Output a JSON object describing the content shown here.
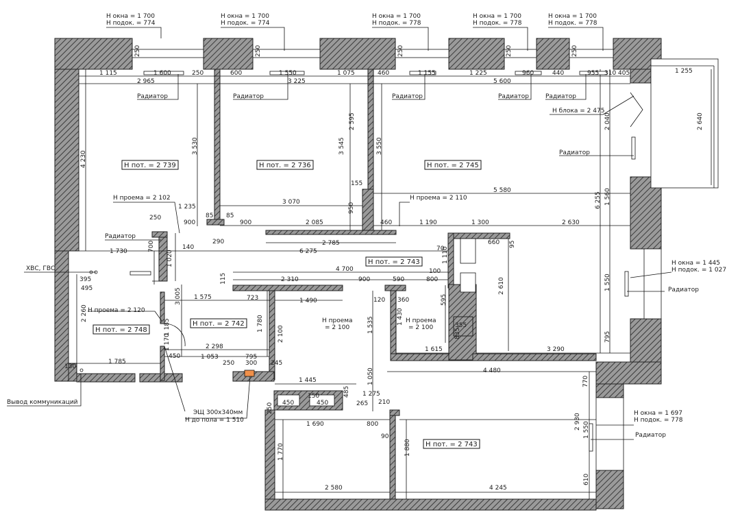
{
  "windows": [
    {
      "h_window": "Н окна = 1 700",
      "h_sill": "Н подок. = 774"
    },
    {
      "h_window": "Н окна = 1 700",
      "h_sill": "Н подок. = 774"
    },
    {
      "h_window": "Н окна = 1 700",
      "h_sill": "Н подок. = 778"
    },
    {
      "h_window": "Н окна = 1 700",
      "h_sill": "Н подок. = 778"
    },
    {
      "h_window": "Н окна = 1 700",
      "h_sill": "Н подок. = 778"
    },
    {
      "h_window": "Н окна = 1 445",
      "h_sill": "Н подок. = 1 027"
    },
    {
      "h_window": "Н окна = 1 697",
      "h_sill": "Н подок. = 778"
    }
  ],
  "radiator_label": "Радиатор",
  "ceilings": [
    "Н пот. = 2 739",
    "Н пот. = 2 736",
    "Н пот. = 2 745",
    "Н пот. = 2 743",
    "Н пот. = 2 742",
    "Н пот. = 2 748",
    "Н пот. = 2 743"
  ],
  "openings": [
    "Н проема = 2 102",
    "Н проема = 2 110",
    "Н проема = 2 120",
    "Н проема",
    "= 2 100",
    "Н проема",
    "= 2 100"
  ],
  "block_height": "Н блока = 2 475",
  "utilities": "ХВС, ГВС",
  "comm_outlet": "Вывод коммуникаций",
  "panel_size": "ЭЩ 300х340мм",
  "panel_height": "Н до пола = 1 510",
  "dims": [
    "1 115",
    "1 600",
    "250",
    "600",
    "1 550",
    "1 075",
    "460",
    "1 155",
    "1 225",
    "960",
    "440",
    "955",
    "310",
    "405",
    "1 255",
    "2 965",
    "3 225",
    "5 600",
    "250",
    "250",
    "250",
    "250",
    "250",
    "4 230",
    "3 530",
    "3 545",
    "2 595",
    "3 550",
    "2 040",
    "2 640",
    "6 255",
    "1 560",
    "155",
    "5 580",
    "1 235",
    "3 070",
    "950",
    "85",
    "85",
    "250",
    "900",
    "900",
    "2 085",
    "460",
    "1 190",
    "1 300",
    "2 630",
    "290",
    "140",
    "2 785",
    "700",
    "1 020",
    "1 730",
    "6 275",
    "660",
    "95",
    "70",
    "1 110",
    "395",
    "495",
    "4 700",
    "800",
    "100",
    "115",
    "2 310",
    "900",
    "590",
    "3 005",
    "1 575",
    "723",
    "1 490",
    "120",
    "360",
    "2 610",
    "1 550",
    "595",
    "2 260",
    "1 430",
    "1 535",
    "355",
    "835",
    "1 185",
    "1 780",
    "2 100",
    "1 170",
    "2 298",
    "795",
    "1 615",
    "3 290",
    "795",
    "130",
    "1 785",
    "450",
    "1 053",
    "250",
    "300",
    "245",
    "4 480",
    "1 050",
    "770",
    "1 445",
    "1 275",
    "450",
    "150",
    "450",
    "485",
    "265",
    "210",
    "250",
    "1 690",
    "800",
    "90",
    "2 930",
    "1 550",
    "1 770",
    "1 880",
    "2 580",
    "4 245",
    "610"
  ]
}
